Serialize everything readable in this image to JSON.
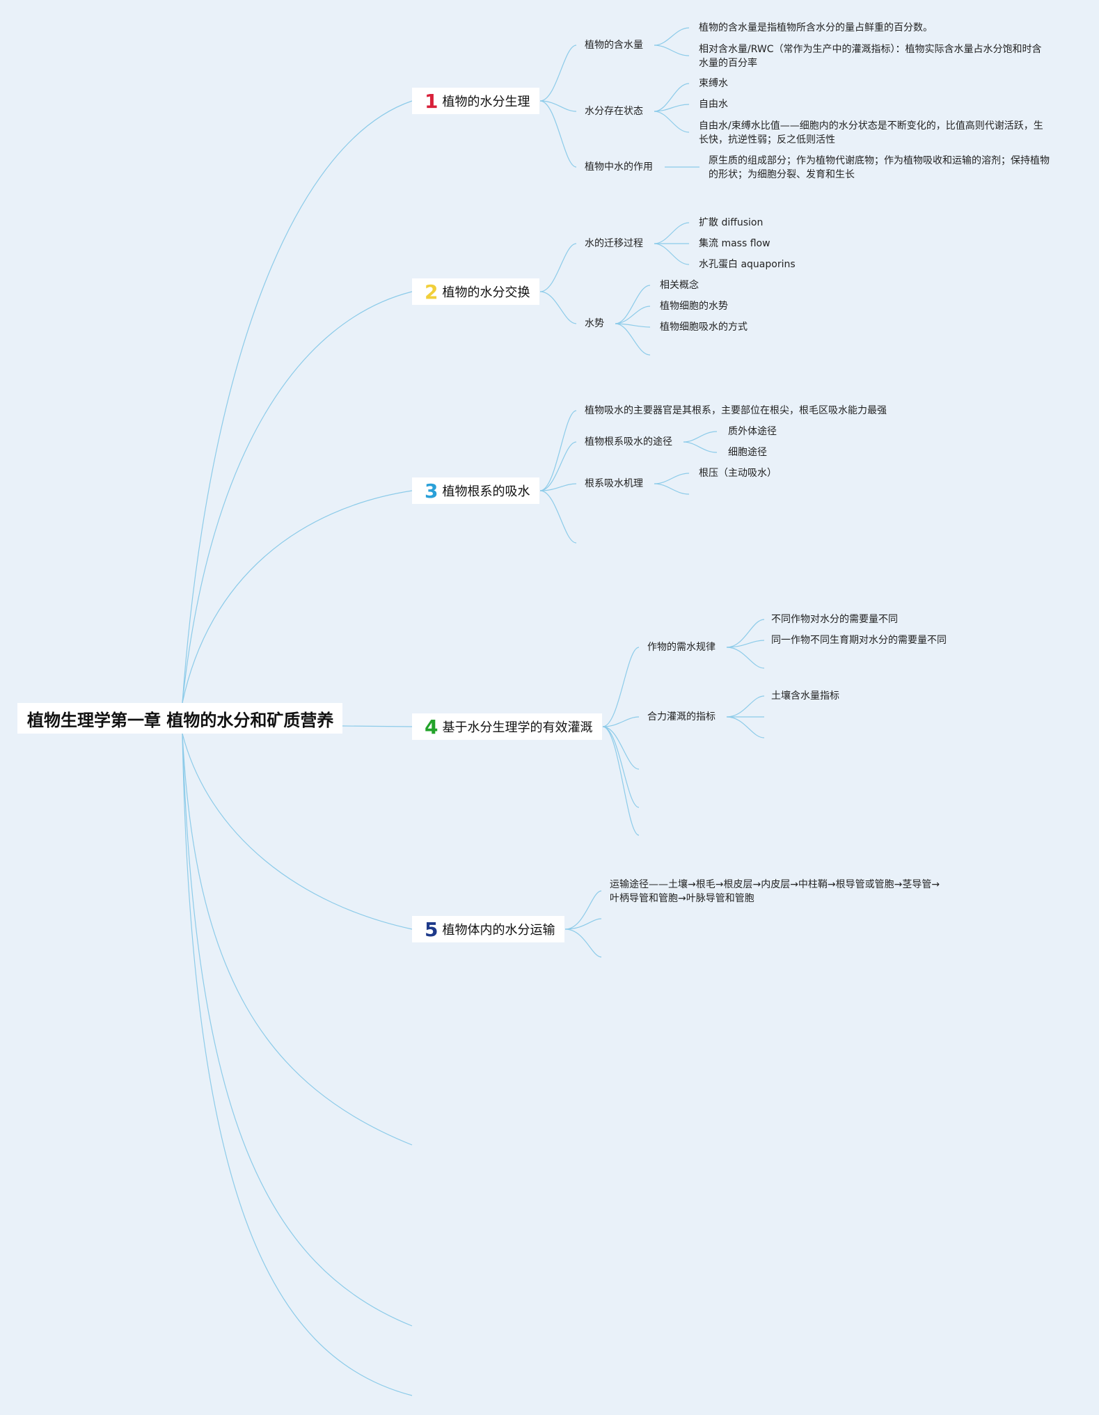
{
  "root": {
    "label": "植物生理学第一章 植物的水分和矿质营养"
  },
  "colors": {
    "line": "#8ccbe9",
    "b1": "#d8213a",
    "b2": "#f1cf3a",
    "b3": "#2aa0d8",
    "b4": "#23a32a",
    "b5": "#1e3a8a"
  },
  "branches": [
    {
      "num": "1",
      "label": "植物的水分生理"
    },
    {
      "num": "2",
      "label": "植物的水分交换"
    },
    {
      "num": "3",
      "label": "植物根系的吸水"
    },
    {
      "num": "4",
      "label": "基于水分生理学的有效灌溉"
    },
    {
      "num": "5",
      "label": "植物体内的水分运输"
    }
  ],
  "b1": {
    "water_content": "植物的含水量",
    "wc_def": "植物的含水量是指植物所含水分的量占鲜重的百分数。",
    "rwc_l1": "相对含水量/RWC（常作为生产中的灌溉指标）：植物实际含水量占水分饱和时含",
    "rwc_l2": "水量的百分率",
    "state": "水分存在状态",
    "bound": "束缚水",
    "free": "自由水",
    "ratio_l1": "自由水/束缚水比值——细胞内的水分状态是不断变化的，比值高则代谢活跃，生",
    "ratio_l2": "长快，抗逆性弱；反之低则活性",
    "role": "植物中水的作用",
    "role_l1": "原生质的组成部分；作为植物代谢底物；作为植物吸收和运输的溶剂；保持植物",
    "role_l2": "的形状；为细胞分裂、发育和生长"
  },
  "b2": {
    "migration": "水的迁移过程",
    "diffusion": "扩散 diffusion",
    "massflow": "集流 mass flow",
    "aquaporins": "水孔蛋白 aquaporins",
    "potential": "水势",
    "concept": "相关概念",
    "cell_potential": "植物细胞的水势",
    "absorb_way": "植物细胞吸水的方式"
  },
  "b3": {
    "main_organ": "植物吸水的主要器官是其根系，主要部位在根尖，根毛区吸水能力最强",
    "route": "植物根系吸水的途径",
    "apoplast": "质外体途径",
    "cell_route": "细胞途径",
    "mechanism": "根系吸水机理",
    "root_pressure": "根压（主动吸水）"
  },
  "b4": {
    "demand": "作物的需水规律",
    "diff_crops": "不同作物对水分的需要量不同",
    "diff_stages": "同一作物不同生育期对水分的需要量不同",
    "index": "合力灌溉的指标",
    "soil_index": "土壤含水量指标"
  },
  "b5": {
    "path_l1": "运输途径——土壤→根毛→根皮层→内皮层→中柱鞘→根导管或管胞→茎导管→",
    "path_l2": "叶柄导管和管胞→叶脉导管和管胞"
  }
}
